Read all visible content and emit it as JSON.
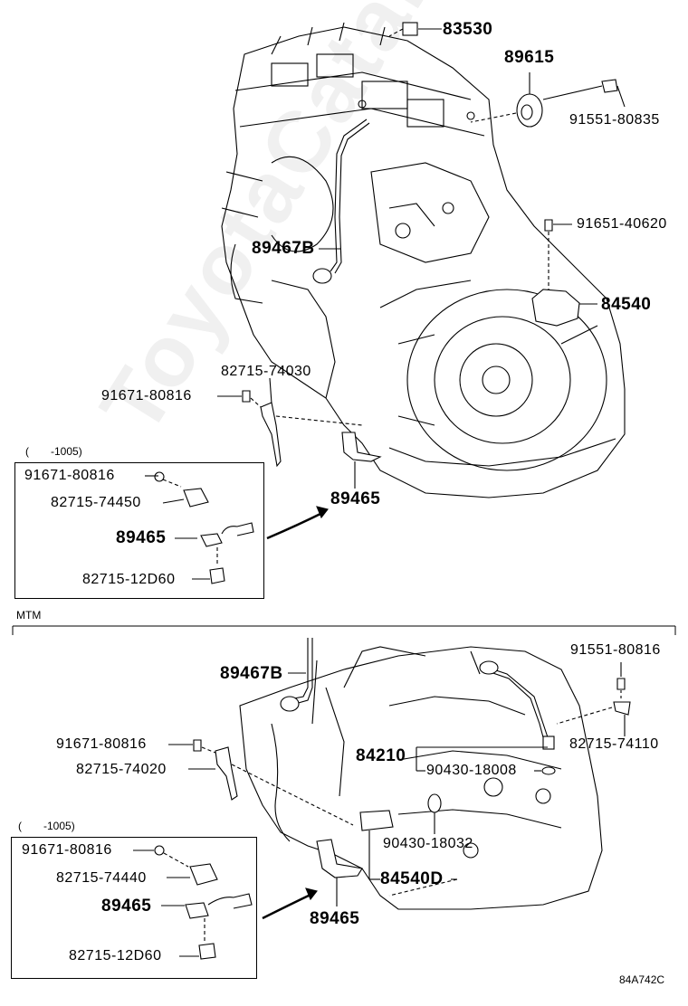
{
  "diagram_id": "84A742C",
  "watermark": "ToyotaCatalog.ru",
  "section_mtm": "MTM",
  "top": {
    "labels": {
      "p83530": "83530",
      "p89615": "89615",
      "p9155180835": "91551-80835",
      "p9165140620": "91651-40620",
      "p84540": "84540",
      "p89467b": "89467B",
      "p8271574030": "82715-74030",
      "p9167180816": "91671-80816",
      "p89465": "89465"
    },
    "inset": {
      "range": "(　　-1005)",
      "p9167180816": "91671-80816",
      "p8271574450": "82715-74450",
      "p89465": "89465",
      "p8271512d60": "82715-12D60"
    }
  },
  "bottom": {
    "labels": {
      "p9155180816": "91551-80816",
      "p89467b": "89467B",
      "p8271574110": "82715-74110",
      "p9167180816": "91671-80816",
      "p84210": "84210",
      "p9043018008": "90430-18008",
      "p8271574020": "82715-74020",
      "p9043018032": "90430-18032",
      "p84540d": "84540D",
      "p89465": "89465"
    },
    "inset": {
      "range": "(　　-1005)",
      "p9167180816": "91671-80816",
      "p8271574440": "82715-74440",
      "p89465": "89465",
      "p8271512d60": "82715-12D60"
    }
  }
}
